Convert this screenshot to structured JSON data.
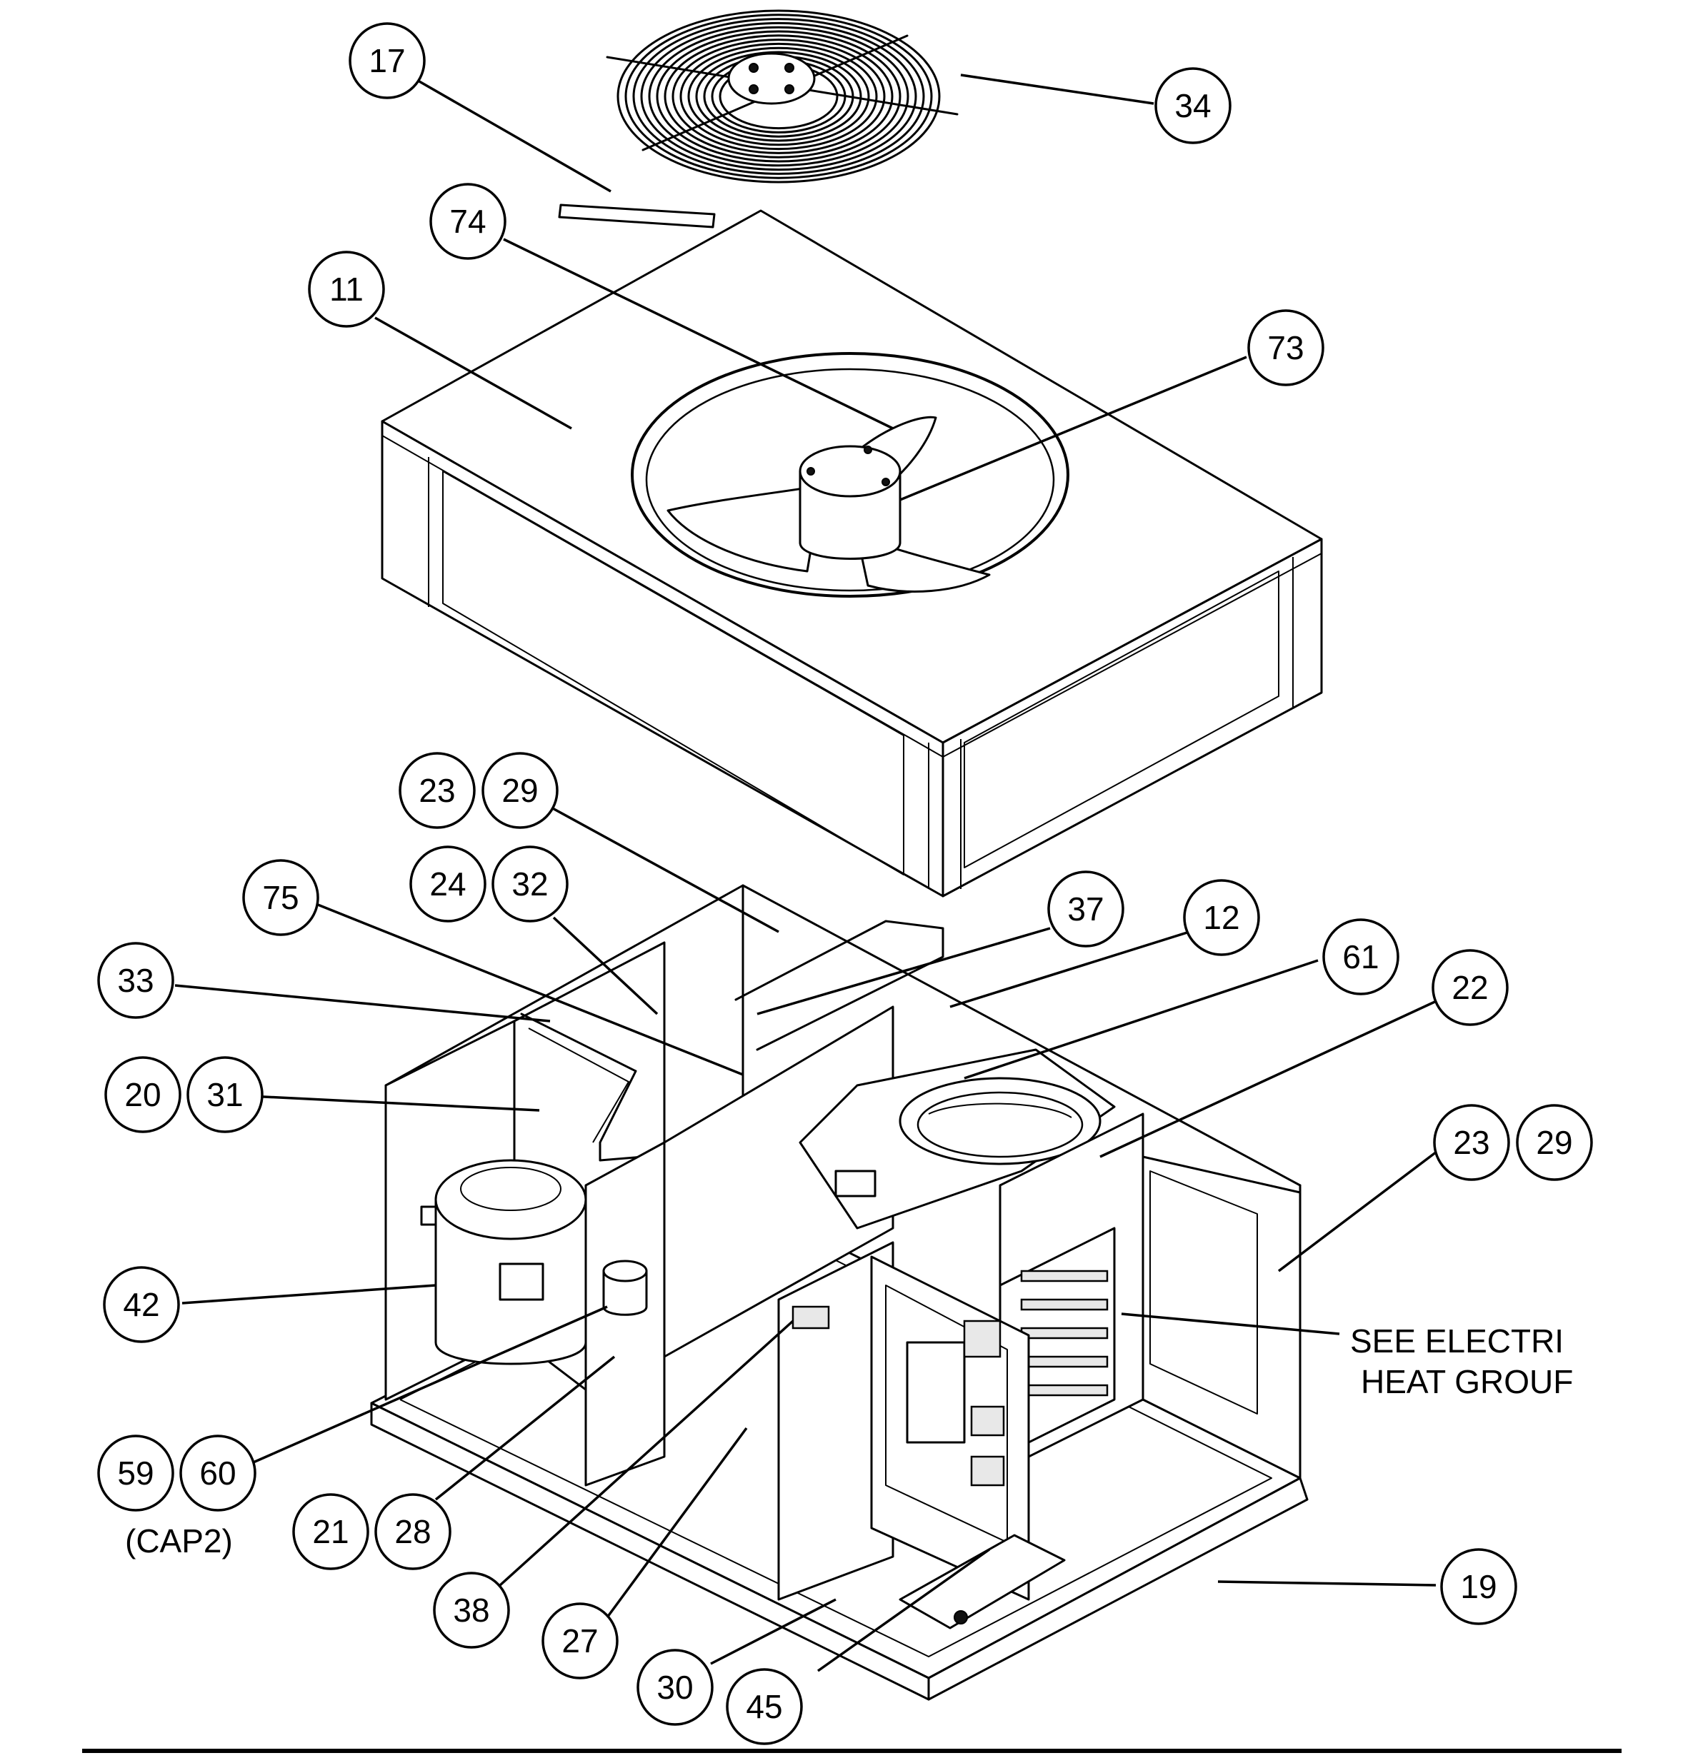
{
  "callouts": [
    {
      "id": "c17",
      "label": "17"
    },
    {
      "id": "c34",
      "label": "34"
    },
    {
      "id": "c74",
      "label": "74"
    },
    {
      "id": "c11",
      "label": "11"
    },
    {
      "id": "c73",
      "label": "73"
    },
    {
      "id": "c23a",
      "label": "23"
    },
    {
      "id": "c29a",
      "label": "29"
    },
    {
      "id": "c24",
      "label": "24"
    },
    {
      "id": "c32",
      "label": "32"
    },
    {
      "id": "c75",
      "label": "75"
    },
    {
      "id": "c37",
      "label": "37"
    },
    {
      "id": "c12",
      "label": "12"
    },
    {
      "id": "c61",
      "label": "61"
    },
    {
      "id": "c22",
      "label": "22"
    },
    {
      "id": "c33",
      "label": "33"
    },
    {
      "id": "c20",
      "label": "20"
    },
    {
      "id": "c31",
      "label": "31"
    },
    {
      "id": "c23b",
      "label": "23"
    },
    {
      "id": "c29b",
      "label": "29"
    },
    {
      "id": "c42",
      "label": "42"
    },
    {
      "id": "c59",
      "label": "59"
    },
    {
      "id": "c60",
      "label": "60"
    },
    {
      "id": "c21",
      "label": "21"
    },
    {
      "id": "c28",
      "label": "28"
    },
    {
      "id": "c19",
      "label": "19"
    },
    {
      "id": "c38",
      "label": "38"
    },
    {
      "id": "c27",
      "label": "27"
    },
    {
      "id": "c30",
      "label": "30"
    },
    {
      "id": "c45",
      "label": "45"
    }
  ],
  "notes": {
    "cap2": "(CAP2)",
    "see_line1": "SEE ELECTRI",
    "see_line2": "HEAT GROUF"
  }
}
